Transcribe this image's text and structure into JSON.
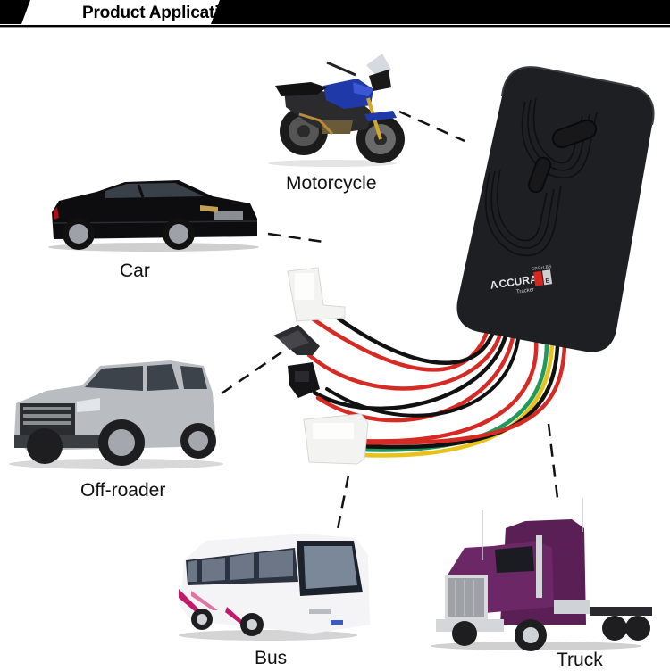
{
  "header": {
    "title": "Product Applications"
  },
  "device": {
    "brand_text": "CCURA",
    "brand_initial": "A",
    "brand_suffix": "TE",
    "sub_text": "Tracker",
    "top_text": "GPS+LBS",
    "colors": {
      "body": "#1e1f22",
      "accent": "#d7251f"
    }
  },
  "applications": [
    {
      "id": "motorcycle",
      "label": "Motorcycle",
      "color": "#1f3aa8"
    },
    {
      "id": "car",
      "label": "Car",
      "color": "#0c0c0e"
    },
    {
      "id": "off-roader",
      "label": "Off-roader",
      "color": "#b9bcc0"
    },
    {
      "id": "bus",
      "label": "Bus",
      "color": "#f4f4f6"
    },
    {
      "id": "truck",
      "label": "Truck",
      "color": "#5a1f55"
    }
  ],
  "wire_colors": [
    "#d62a25",
    "#111111",
    "#e8c21c",
    "#1f9a5c"
  ]
}
